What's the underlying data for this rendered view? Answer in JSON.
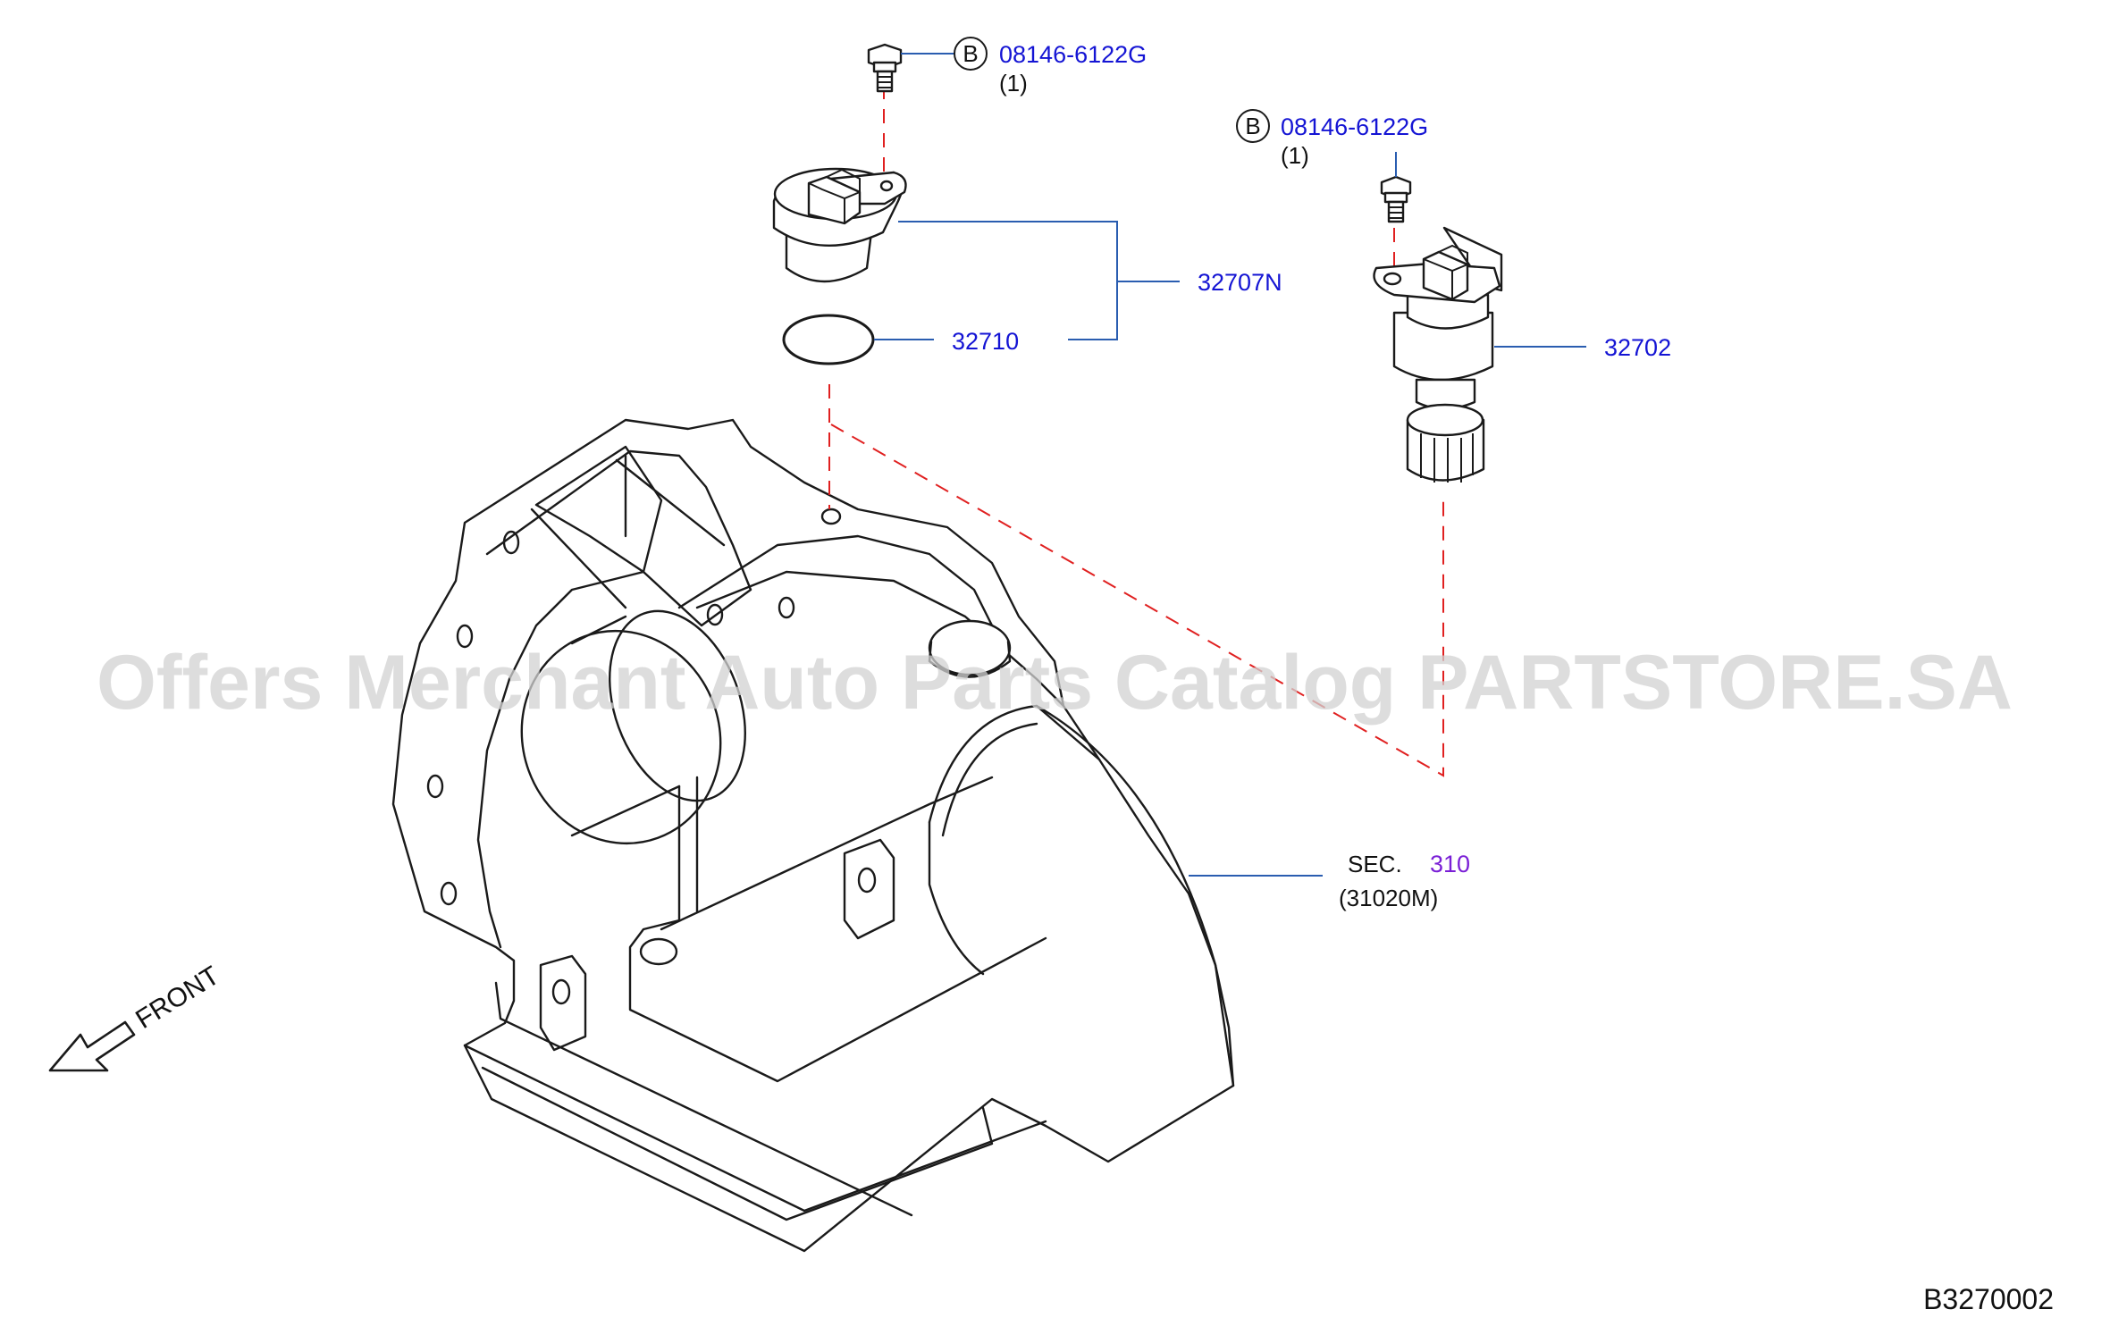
{
  "diagram": {
    "code": "B3270002",
    "watermark": "Offers Merchant Auto Parts Catalog PARTSTORE.SA",
    "front_label": "FRONT",
    "callouts": [
      {
        "id": "bolt-1",
        "circle_label": "B",
        "part_number": "08146-6122G",
        "quantity": "(1)"
      },
      {
        "id": "bolt-2",
        "circle_label": "B",
        "part_number": "08146-6122G",
        "quantity": "(1)"
      },
      {
        "id": "sensor",
        "part_number": "32707N"
      },
      {
        "id": "o-ring",
        "part_number": "32710"
      },
      {
        "id": "speedo-sensor",
        "part_number": "32702"
      }
    ],
    "section": {
      "prefix": "SEC.",
      "number": "310",
      "sub": "(31020M)"
    },
    "colors": {
      "part_number": "#1414d4",
      "section_number": "#7a1fd6",
      "leader": "#2a5db0",
      "dash": "#e02020"
    }
  }
}
